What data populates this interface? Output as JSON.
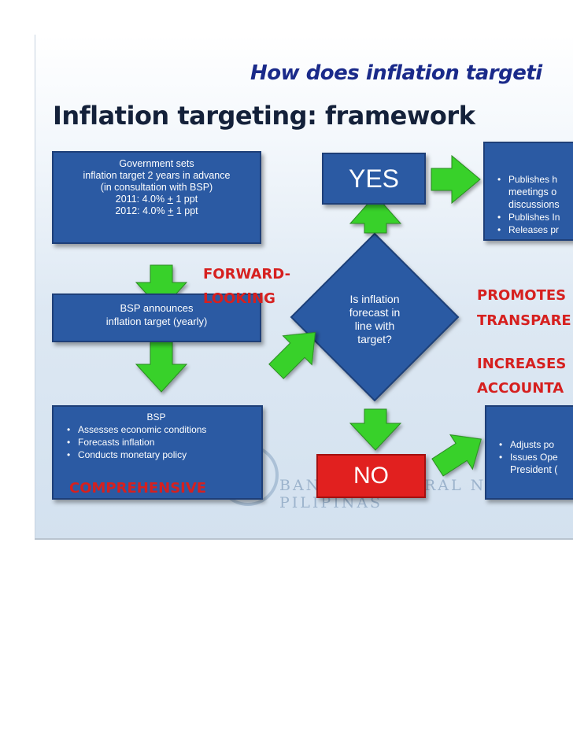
{
  "slide": {
    "title": "How does inflation targeti",
    "subtitle": "Inflation targeting: framework"
  },
  "gov_box": {
    "lines": [
      "Government sets",
      "inflation target 2 years in advance",
      "(in consultation with BSP)"
    ],
    "target_2011_prefix": "2011: 4.0% ",
    "target_2012_prefix": "2012: 4.0% ",
    "plusminus": "+",
    "ppt": " 1 ppt"
  },
  "bsp_announce": {
    "line1": "BSP announces",
    "line2": "inflation target (yearly)"
  },
  "bsp_box": {
    "heading": "BSP",
    "bullets": [
      "Assesses economic conditions",
      "Forecasts inflation",
      "Conducts monetary policy"
    ]
  },
  "labels": {
    "forward_1": "FORWARD-",
    "forward_2": "LOOKING",
    "comprehensive": "COMPREHENSIVE",
    "promotes": "PROMOTES",
    "transparency": "TRANSPARE",
    "increases": "INCREASES",
    "accountability": "ACCOUNTA"
  },
  "decision": {
    "lines": [
      "Is inflation",
      "forecast in",
      "line with",
      "target?"
    ],
    "yes": "YES",
    "no": "NO"
  },
  "yes_result": {
    "bullets": [
      "Publishes h",
      "meetings o",
      "discussions",
      "Publishes In",
      "Releases pr"
    ]
  },
  "no_result": {
    "bullets": [
      "Adjusts po",
      "Issues Ope",
      "President ("
    ]
  },
  "watermark": "BANGKO SENTRAL NG PILIPINAS",
  "colors": {
    "box_blue": "#2b5aa3",
    "arrow_green": "#38d12a",
    "emphasis_red": "#d6201f",
    "no_box_red": "#e1201f",
    "title_blue": "#1a2a8a"
  }
}
